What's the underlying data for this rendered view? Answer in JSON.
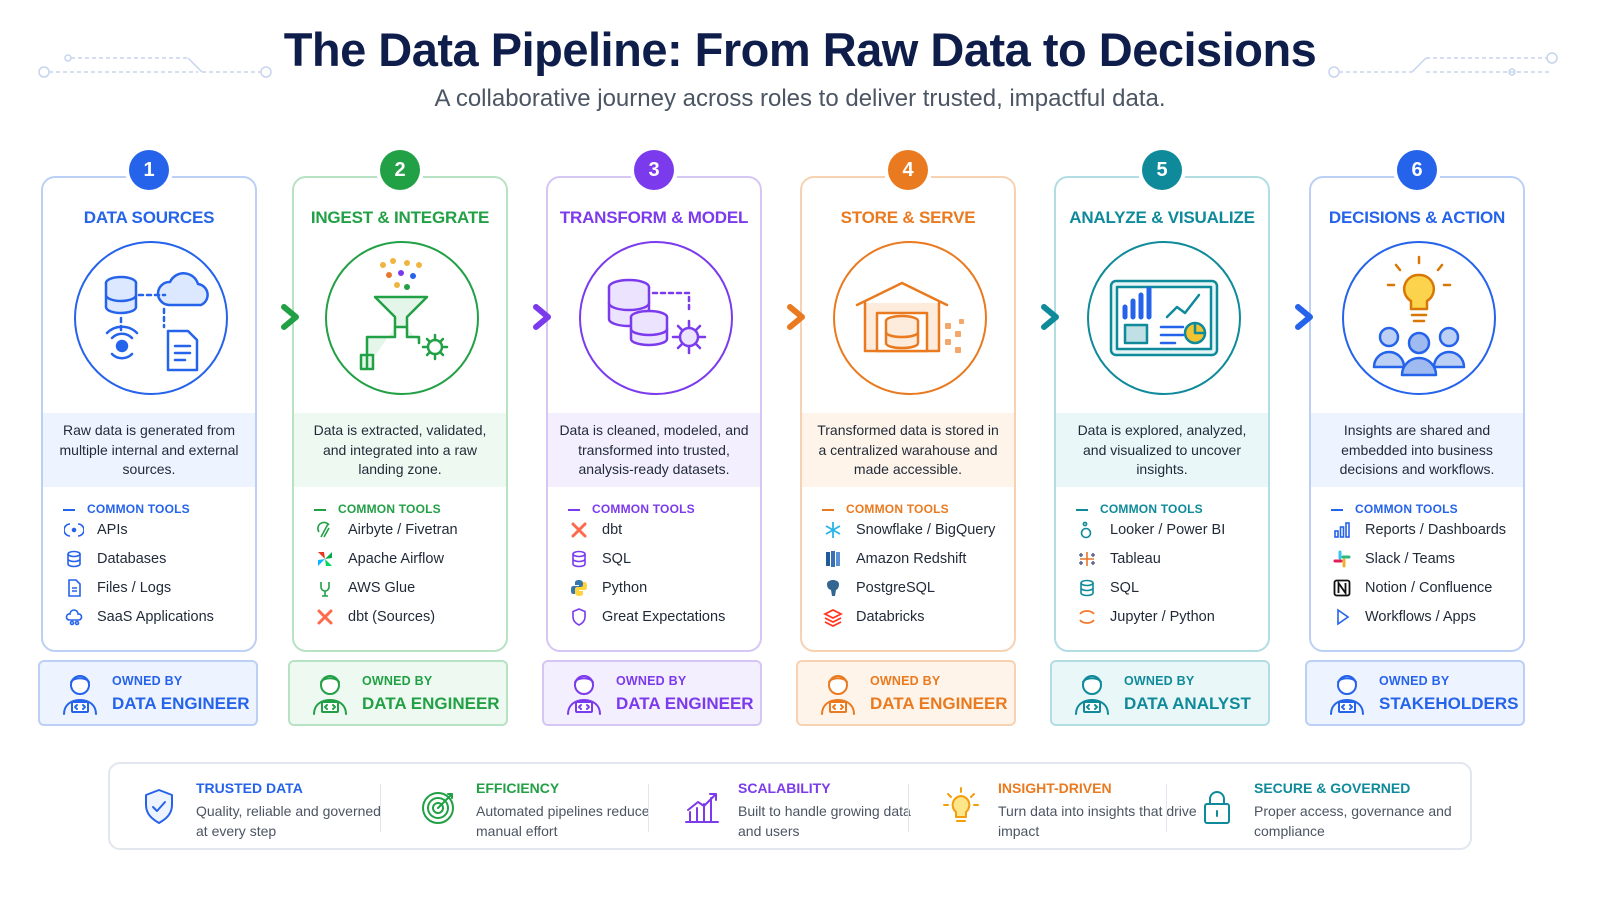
{
  "title": "The Data Pipeline: From Raw Data to Decisions",
  "subtitle": "A collaborative journey across roles to deliver trusted, impactful data.",
  "tools_label": "COMMON TOOLS",
  "owned_label": "OWNED BY",
  "stages": [
    {
      "number": "1",
      "title": "DATA SOURCES",
      "accent": "#2563eb",
      "description": "Raw data is generated from multiple internal and external sources.",
      "tools": [
        {
          "label": "APIs",
          "icon": "api-icon"
        },
        {
          "label": "Databases",
          "icon": "database-icon"
        },
        {
          "label": "Files / Logs",
          "icon": "file-icon"
        },
        {
          "label": "SaaS Applications",
          "icon": "saas-icon"
        }
      ],
      "owner": "DATA ENGINEER"
    },
    {
      "number": "2",
      "title": "INGEST & INTEGRATE",
      "accent": "#22a045",
      "description": "Data is extracted, validated, and integrated into a raw landing zone.",
      "tools": [
        {
          "label": "Airbyte / Fivetran",
          "icon": "airbyte-icon"
        },
        {
          "label": "Apache Airflow",
          "icon": "airflow-icon"
        },
        {
          "label": "AWS Glue",
          "icon": "glue-icon"
        },
        {
          "label": "dbt (Sources)",
          "icon": "dbt-icon"
        }
      ],
      "owner": "DATA ENGINEER"
    },
    {
      "number": "3",
      "title": "TRANSFORM & MODEL",
      "accent": "#7c3aed",
      "description": "Data is cleaned, modeled, and transformed into trusted, analysis-ready datasets.",
      "tools": [
        {
          "label": "dbt",
          "icon": "dbt-icon"
        },
        {
          "label": "SQL",
          "icon": "sql-icon"
        },
        {
          "label": "Python",
          "icon": "python-icon"
        },
        {
          "label": "Great Expectations",
          "icon": "shield-icon"
        }
      ],
      "owner": "DATA ENGINEER"
    },
    {
      "number": "4",
      "title": "STORE & SERVE",
      "accent": "#ea7a1f",
      "description": "Transformed data is stored in a centralized warahouse and made accessible.",
      "tools": [
        {
          "label": "Snowflake / BigQuery",
          "icon": "snowflake-icon"
        },
        {
          "label": "Amazon Redshift",
          "icon": "redshift-icon"
        },
        {
          "label": "PostgreSQL",
          "icon": "postgres-icon"
        },
        {
          "label": "Databricks",
          "icon": "databricks-icon"
        }
      ],
      "owner": "DATA ENGINEER"
    },
    {
      "number": "5",
      "title": "ANALYZE & VISUALIZE",
      "accent": "#0f8a9a",
      "description": "Data is explored, analyzed, and visualized to uncover insights.",
      "tools": [
        {
          "label": "Looker / Power BI",
          "icon": "looker-icon"
        },
        {
          "label": "Tableau",
          "icon": "tableau-icon"
        },
        {
          "label": "SQL",
          "icon": "sql-icon"
        },
        {
          "label": "Jupyter / Python",
          "icon": "jupyter-icon"
        }
      ],
      "owner": "DATA ANALYST"
    },
    {
      "number": "6",
      "title": "DECISIONS & ACTION",
      "accent": "#2563eb",
      "description": "Insights are shared and embedded into business decisions and workflows.",
      "tools": [
        {
          "label": "Reports / Dashboards",
          "icon": "report-icon"
        },
        {
          "label": "Slack / Teams",
          "icon": "slack-icon"
        },
        {
          "label": "Notion / Confluence",
          "icon": "notion-icon"
        },
        {
          "label": "Workflows / Apps",
          "icon": "play-icon"
        }
      ],
      "owner": "STAKEHOLDERS"
    }
  ],
  "benefits": [
    {
      "title": "TRUSTED DATA",
      "description": "Quality, reliable and governed at every step",
      "accent": "#2563eb",
      "icon": "shield-check-icon"
    },
    {
      "title": "EFFICIENCY",
      "description": "Automated pipelines reduce manual effort",
      "accent": "#22a045",
      "icon": "target-icon"
    },
    {
      "title": "SCALABILITY",
      "description": "Built to handle growing data and users",
      "accent": "#7c3aed",
      "icon": "growth-chart-icon"
    },
    {
      "title": "INSIGHT-DRIVEN",
      "description": "Turn data into insights that drive impact",
      "accent": "#ea7a1f",
      "icon": "lightbulb-icon"
    },
    {
      "title": "SECURE & GOVERNED",
      "description": "Proper access, governance and compliance",
      "accent": "#0f8a9a",
      "icon": "lock-icon"
    }
  ]
}
